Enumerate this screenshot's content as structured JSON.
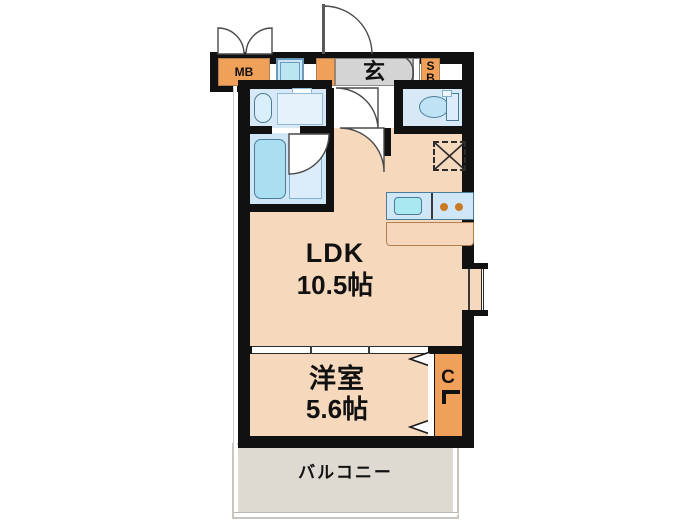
{
  "plan": {
    "type": "japanese-floor-plan",
    "background_color": "#ffffff",
    "wall_color": "#111111",
    "room_fill_color": "#f6d8bd",
    "water_area_color": "#d7e9f7",
    "storage_color": "#f0a058",
    "balcony_color": "#dedad2"
  },
  "rooms": [
    {
      "id": "ldk",
      "name": "LDK",
      "size": "10.5帖",
      "name_label": "LDK",
      "size_label": "10.5帖"
    },
    {
      "id": "bedroom",
      "name": "洋室",
      "size": "5.6帖",
      "name_label": "洋室",
      "size_label": "5.6帖"
    },
    {
      "id": "balcony",
      "name_label": "バルコニー"
    }
  ],
  "labels": {
    "meter_box": "MB",
    "shoe_box_line1": "S",
    "shoe_box_line2": "B",
    "entrance": "玄",
    "closet": "C"
  },
  "fixtures": [
    {
      "name": "bathtub",
      "area": "bathroom"
    },
    {
      "name": "washbasin",
      "area": "washroom"
    },
    {
      "name": "washing-machine-space",
      "area": "washroom"
    },
    {
      "name": "toilet",
      "area": "toilet-room"
    },
    {
      "name": "kitchen-sink",
      "area": "ldk"
    },
    {
      "name": "gas-burners",
      "area": "ldk",
      "count": 2
    },
    {
      "name": "ventilation-shaft",
      "area": "ldk"
    },
    {
      "name": "closet",
      "area": "bedroom"
    },
    {
      "name": "meter-box",
      "area": "entrance"
    },
    {
      "name": "shoe-box",
      "area": "entrance"
    }
  ]
}
